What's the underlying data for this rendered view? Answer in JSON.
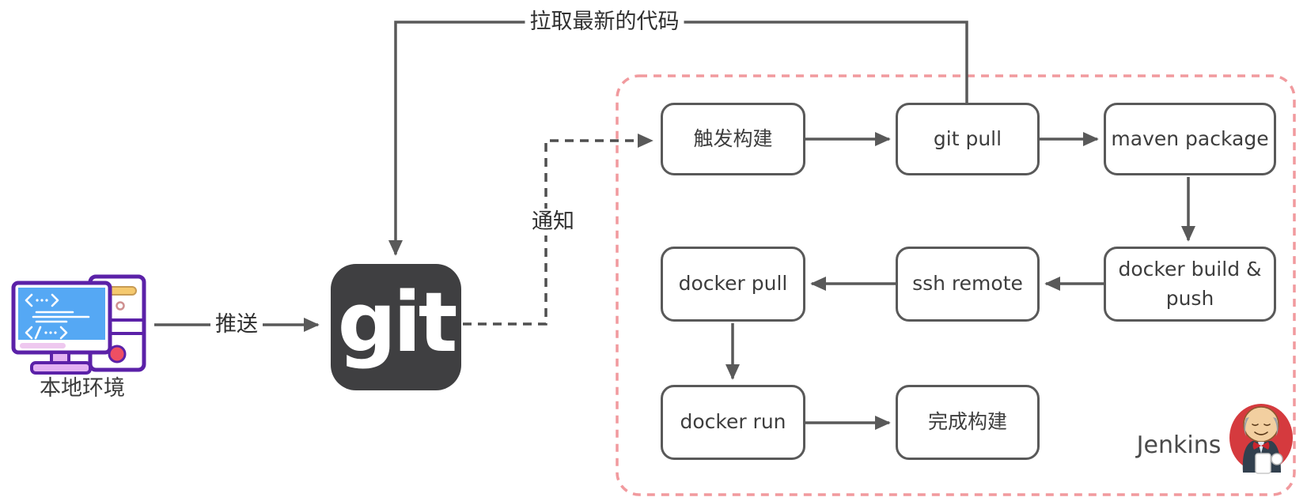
{
  "labels": {
    "pull_latest_code": "拉取最新的代码",
    "push": "推送",
    "notify": "通知",
    "local_environment": "本地环境",
    "jenkins": "Jenkins",
    "git": "git"
  },
  "nodes": {
    "trigger_build": "触发构建",
    "git_pull": "git pull",
    "maven_package": "maven package",
    "docker_build_line1": "docker build &",
    "docker_build_line2": "push",
    "ssh_remote": "ssh remote",
    "docker_pull": "docker pull",
    "docker_run": "docker run",
    "finish_build": "完成构建"
  },
  "colors": {
    "connector_gray": "#595959",
    "box_border_gray": "#595959",
    "jenkins_container_pink": "#f19a9e",
    "git_icon_bg": "#3f3f41",
    "text_dark": "#3d3d3d",
    "monitor_screen_blue": "#55a8f4",
    "icon_outline_purple": "#5b21a8",
    "jenkins_mascot_red": "#d53a3e"
  }
}
